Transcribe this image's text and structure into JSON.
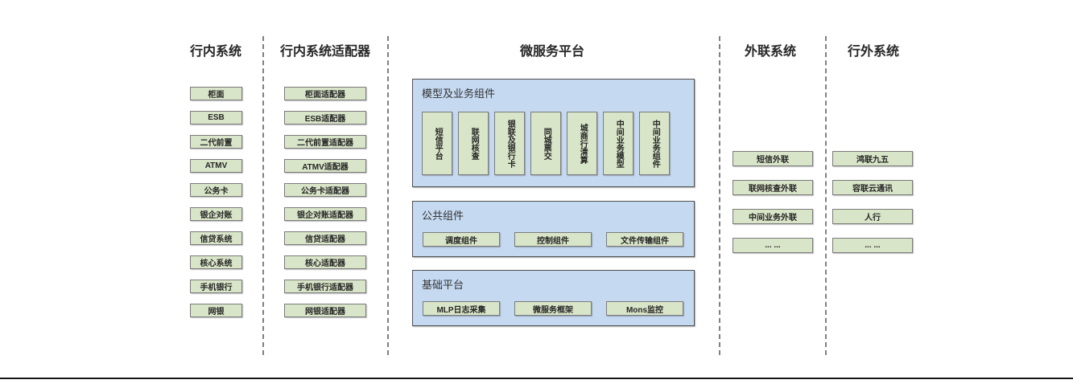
{
  "headers": {
    "inbank": "行内系统",
    "adapters": "行内系统适配器",
    "platform": "微服务平台",
    "external_link": "外联系统",
    "outside": "行外系统"
  },
  "inbank_systems": [
    "柜面",
    "ESB",
    "二代前置",
    "ATMV",
    "公务卡",
    "银企对账",
    "信贷系统",
    "核心系统",
    "手机银行",
    "网银"
  ],
  "inbank_adapters": [
    "柜面适配器",
    "ESB适配器",
    "二代前置适配器",
    "ATMV适配器",
    "公务卡适配器",
    "银企对账适配器",
    "信贷适配器",
    "核心适配器",
    "手机银行适配器",
    "网银适配器"
  ],
  "microservice_platform": {
    "model_business_components": {
      "title": "模型及业务组件",
      "items": [
        "短信平台",
        "联网核查",
        "银联及银行卡",
        "同城票交",
        "城商行清算",
        "中间业务模型",
        "中间业务组件"
      ]
    },
    "common_components": {
      "title": "公共组件",
      "items": [
        "调度组件",
        "控制组件",
        "文件传输组件"
      ]
    },
    "base_platform": {
      "title": "基础平台",
      "items": [
        "MLP日志采集",
        "微服务框架",
        "Mons监控"
      ]
    }
  },
  "external_link_systems": [
    "短信外联",
    "联网核查外联",
    "中间业务外联",
    "... ..."
  ],
  "outside_systems": [
    "鸿联九五",
    "容联云通讯",
    "人行",
    "... ..."
  ],
  "colors": {
    "box_fill": "#d9e5c8",
    "box_border": "#7a7a7a",
    "panel_fill": "#c5d9f1",
    "panel_border": "#4f4f4f",
    "divider": "#808080",
    "bottom_rule": "#161616"
  }
}
